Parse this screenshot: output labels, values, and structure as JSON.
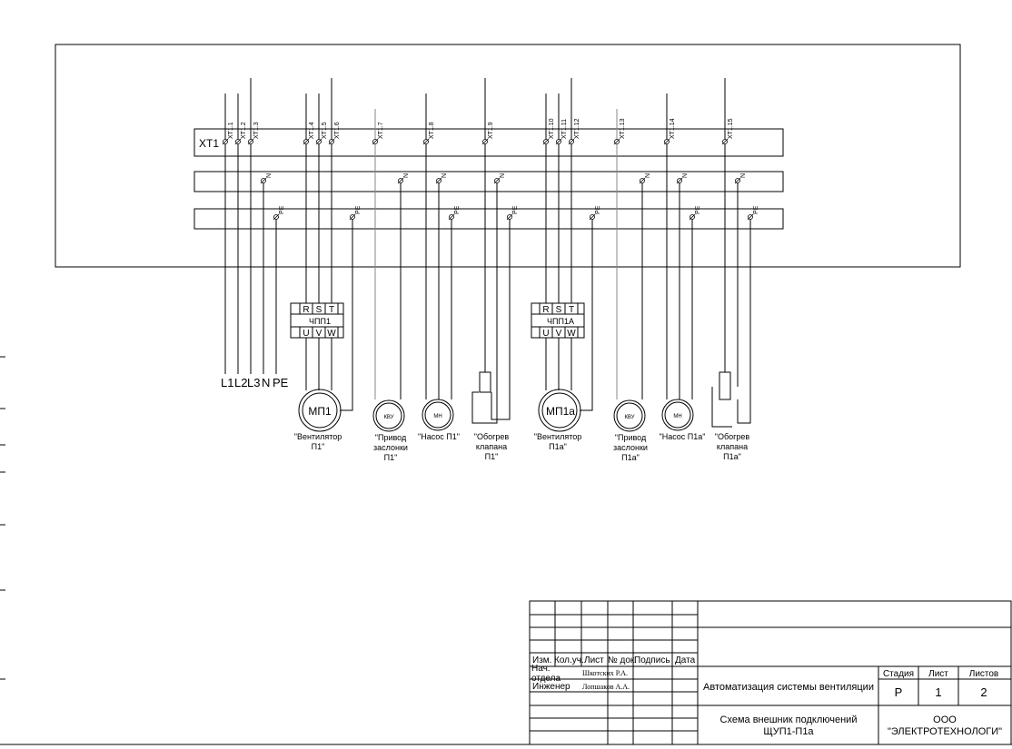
{
  "terminal_block": {
    "main_label": "XT1",
    "terminals": [
      "XT1.1",
      "XT1.2",
      "XT1.3",
      "XT1.4",
      "XT1.5",
      "XT1.6",
      "XT1.7",
      "XT1.8",
      "XT1.9",
      "XT1.10",
      "XT1.11",
      "XT1.12",
      "XT1.13",
      "XT1.14",
      "XT1.15"
    ],
    "n_label": "N",
    "pe_label": "PE"
  },
  "supply_labels": [
    "L1",
    "L2",
    "L3",
    "N",
    "PE"
  ],
  "drives": [
    {
      "inputs": [
        "R",
        "S",
        "T"
      ],
      "name": "ЧПП1",
      "outputs": [
        "U",
        "V",
        "W"
      ]
    },
    {
      "inputs": [
        "R",
        "S",
        "T"
      ],
      "name": "ЧПП1А",
      "outputs": [
        "U",
        "V",
        "W"
      ]
    }
  ],
  "devices": {
    "motor1": {
      "symbol": "МП1",
      "caption": [
        "\"Вентилятор",
        "П1\""
      ]
    },
    "actuator1": {
      "symbol": "КВУ",
      "caption": [
        "\"Привод",
        "заслонки",
        "П1\""
      ]
    },
    "pump1": {
      "symbol": "МН",
      "caption": [
        "\"Насос П1\""
      ]
    },
    "heater1": {
      "caption": [
        "\"Обогрев",
        "клапана",
        "П1\""
      ]
    },
    "motor2": {
      "symbol": "МП1а",
      "caption": [
        "\"Вентилятор",
        "П1а\""
      ]
    },
    "actuator2": {
      "symbol": "КВУ",
      "caption": [
        "\"Привод",
        "заслонки",
        "П1а\""
      ]
    },
    "pump2": {
      "symbol": "МН",
      "caption": [
        "\"Насос П1а\""
      ]
    },
    "heater2": {
      "caption": [
        "\"Обогрев",
        "клапана",
        "П1а\""
      ]
    }
  },
  "title_block": {
    "headers": [
      "Изм.",
      "Кол.уч.",
      "Лист",
      "№ док.",
      "Подпись",
      "Дата"
    ],
    "roles": [
      "Нач. отдела",
      "Инженер"
    ],
    "names": [
      "Шкотских Р.А.",
      "Лопшаков А.А."
    ],
    "project": "Автоматизация системы вентиляции",
    "stage_header": "Стадия",
    "sheet_header": "Лист",
    "sheets_header": "Листов",
    "stage": "Р",
    "sheet": "1",
    "sheets": "2",
    "drawing_title": [
      "Схема внешник подключений",
      "ЩУП1-П1а"
    ],
    "company": [
      "ООО",
      "\"ЭЛЕКТРОТЕХНОЛОГИ\""
    ]
  }
}
